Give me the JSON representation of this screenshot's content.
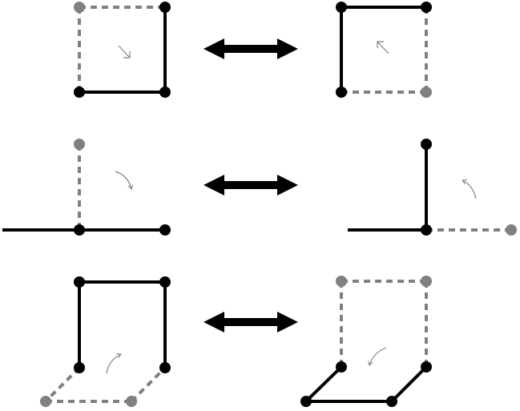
{
  "colors": {
    "solid": "#000000",
    "dashed": "#808080",
    "background": "#ffffff"
  },
  "rows": [
    {
      "id": "row-1",
      "relation": "double-arrow",
      "left": {
        "name": "square-config-a",
        "hint_arrow": "down-right-arrow-icon"
      },
      "right": {
        "name": "square-config-b",
        "hint_arrow": "up-left-arrow-icon"
      }
    },
    {
      "id": "row-2",
      "relation": "double-arrow",
      "left": {
        "name": "t-junction-config-a",
        "hint_arrow": "clockwise-arc-icon"
      },
      "right": {
        "name": "l-corner-config-b",
        "hint_arrow": "counterclockwise-arc-icon"
      }
    },
    {
      "id": "row-3",
      "relation": "double-arrow",
      "left": {
        "name": "box-with-tilted-base-config-a",
        "hint_arrow": "clockwise-arc-icon"
      },
      "right": {
        "name": "box-with-tilted-base-config-b",
        "hint_arrow": "counterclockwise-arc-icon"
      }
    }
  ]
}
